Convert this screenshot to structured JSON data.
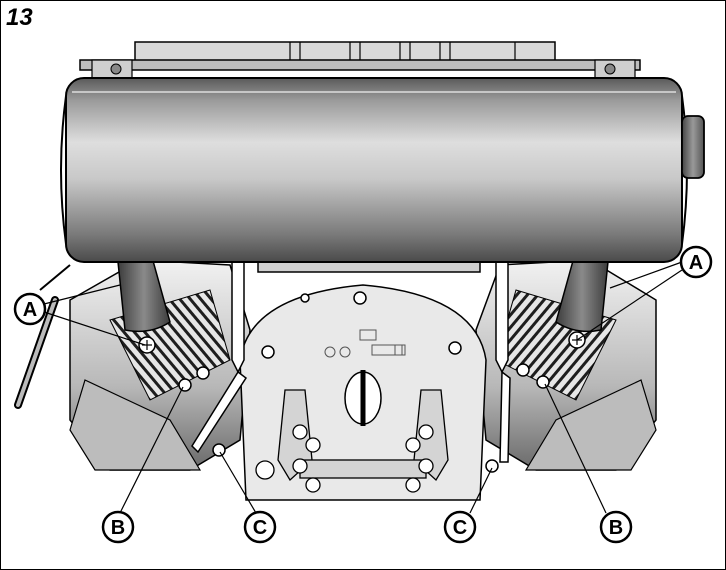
{
  "figure": {
    "number": "13"
  },
  "callouts": {
    "a_left": "A",
    "a_right": "A",
    "b_left": "B",
    "b_right": "B",
    "c_left": "C",
    "c_right": "C"
  }
}
